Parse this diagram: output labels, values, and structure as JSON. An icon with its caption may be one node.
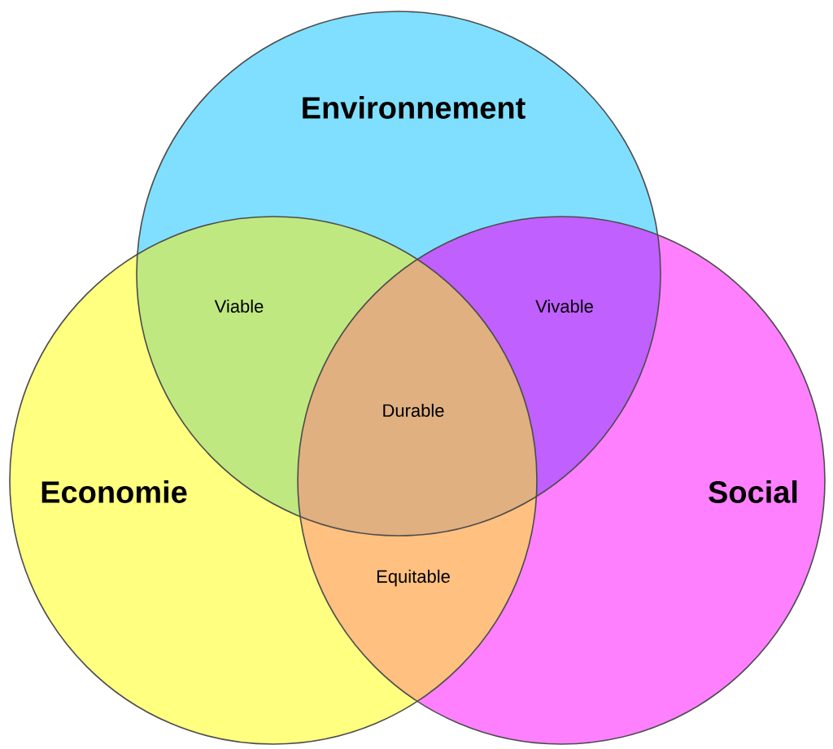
{
  "diagram": {
    "nodes": [
      {
        "text": [
          "Environnement"
        ]
      },
      {
        "text": [
          "Economie"
        ]
      },
      {
        "text": [
          "Social"
        ]
      }
    ],
    "labels": [
      "Viable",
      "Vivable",
      "Durable",
      "Equitable"
    ]
  }
}
